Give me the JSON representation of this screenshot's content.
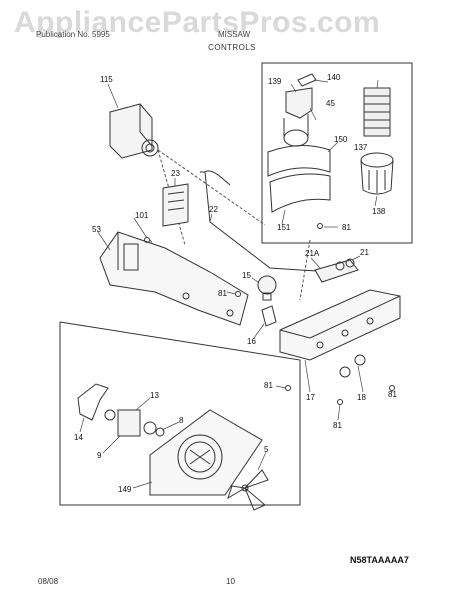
{
  "watermark": "AppliancePartsPros.com",
  "header": {
    "left": "Publication No. 5995",
    "model": "MISSAW",
    "section": "CONTROLS"
  },
  "footer": {
    "date": "08/08",
    "page": "10"
  },
  "diagram_code": "N58TAAAAA7",
  "parts": {
    "p115": "115",
    "p139": "139",
    "p140": "140",
    "p45": "45",
    "p150": "150",
    "p137": "137",
    "p138": "138",
    "p151": "151",
    "p81a": "81",
    "p23": "23",
    "p101": "101",
    "p22": "22",
    "p53": "53",
    "p21A": "21A",
    "p21": "21",
    "p15": "15",
    "p81b": "81",
    "p16": "16",
    "p17": "17",
    "p81c": "81",
    "p18": "18",
    "p81d": "81",
    "p81e": "81",
    "p13": "13",
    "p14": "14",
    "p8": "8",
    "p9": "9",
    "p5": "5",
    "p149": "149"
  }
}
